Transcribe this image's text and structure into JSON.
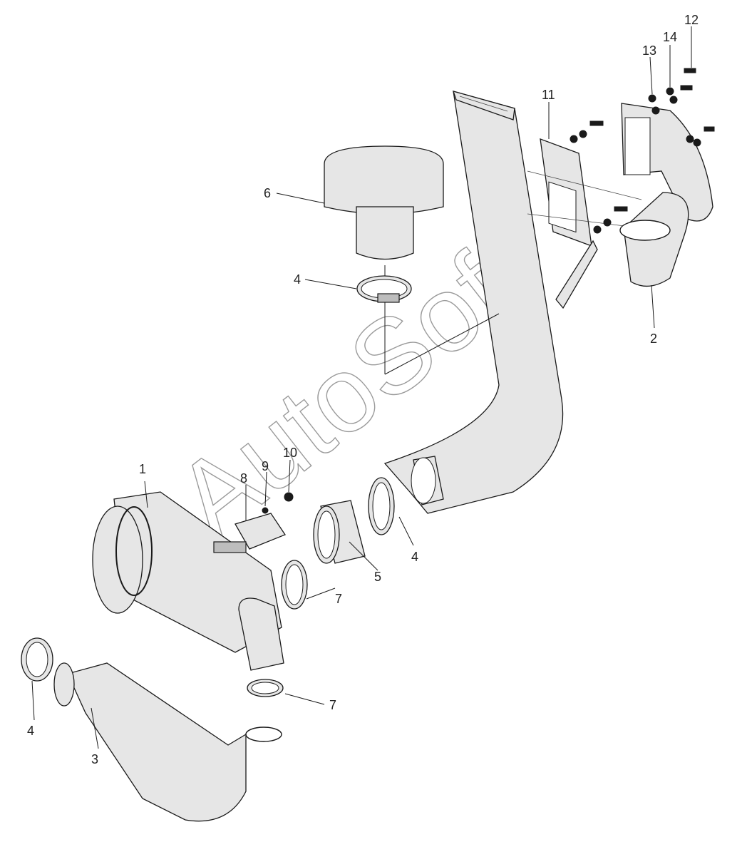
{
  "watermark": "AutoSoft",
  "callouts": [
    {
      "id": "c1",
      "text": "1"
    },
    {
      "id": "c2",
      "text": "2"
    },
    {
      "id": "c3",
      "text": "3"
    },
    {
      "id": "c4a",
      "text": "4"
    },
    {
      "id": "c4b",
      "text": "4"
    },
    {
      "id": "c4c",
      "text": "4"
    },
    {
      "id": "c5",
      "text": "5"
    },
    {
      "id": "c6",
      "text": "6"
    },
    {
      "id": "c7a",
      "text": "7"
    },
    {
      "id": "c7b",
      "text": "7"
    },
    {
      "id": "c8",
      "text": "8"
    },
    {
      "id": "c9",
      "text": "9"
    },
    {
      "id": "c10",
      "text": "10"
    },
    {
      "id": "c11",
      "text": "11"
    },
    {
      "id": "c12",
      "text": "12"
    },
    {
      "id": "c13",
      "text": "13"
    },
    {
      "id": "c14",
      "text": "14"
    }
  ]
}
